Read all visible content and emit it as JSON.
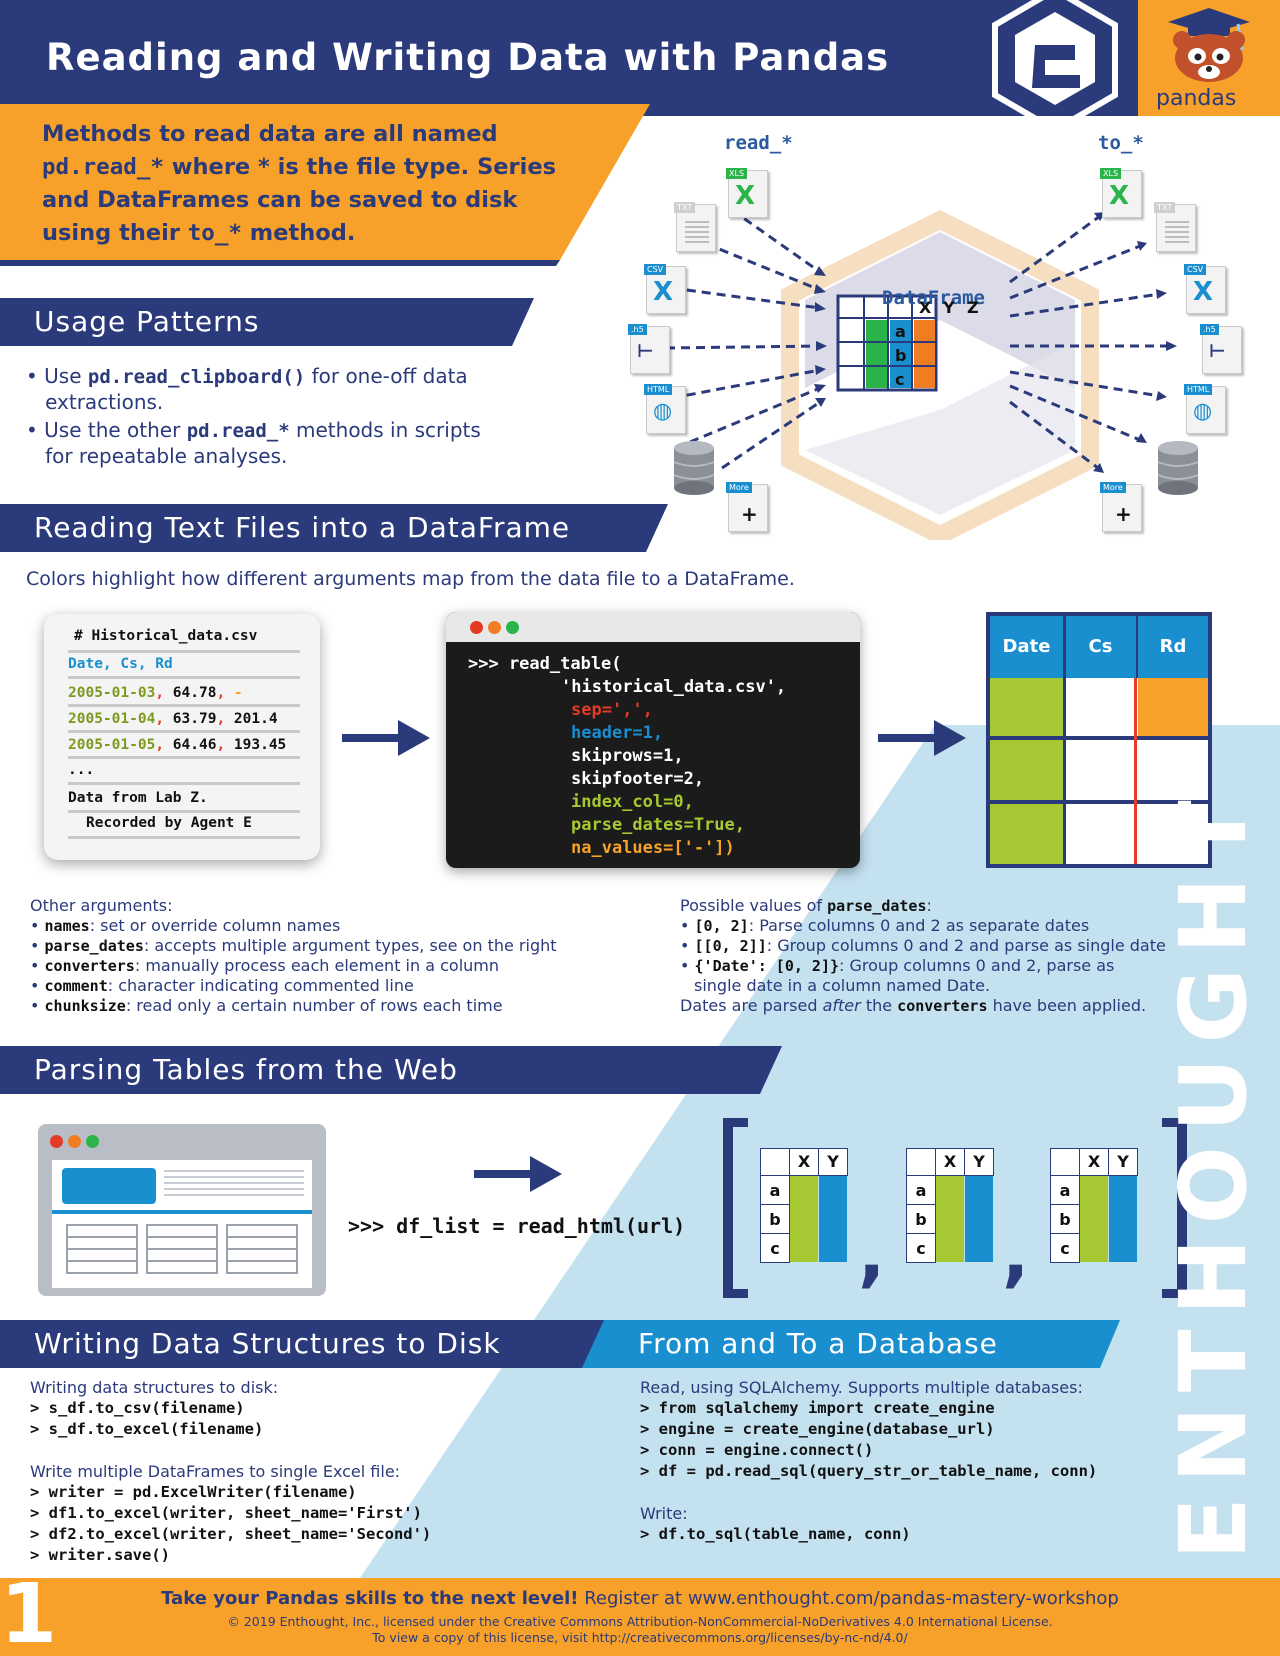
{
  "header": {
    "title": "Reading and Writing Data with Pandas",
    "pandas_logo_text": "pandas"
  },
  "intro": {
    "line1": "Methods to read data are all named",
    "line2_code": "pd.read_*",
    "line2_rest": " where * is the file type. Series",
    "line3": "and DataFrames can be saved to disk",
    "line4_pre": "using their ",
    "line4_code": "to_*",
    "line4_post": " method."
  },
  "diagram": {
    "read_label": "read_*",
    "to_label": "to_*",
    "dataframe_label": "DataFrame",
    "columns": [
      "X",
      "Y",
      "Z"
    ],
    "rows": [
      "a",
      "b",
      "c"
    ],
    "file_tags": [
      "XLS",
      "TXT",
      "CSV",
      ".h5",
      "HTML",
      "More"
    ],
    "more_symbol": "+"
  },
  "usage": {
    "heading": "Usage Patterns",
    "b1_pre": "Use ",
    "b1_code": "pd.read_clipboard()",
    "b1_post": " for one-off data",
    "b1_line2": "extractions.",
    "b2_pre": "Use the other ",
    "b2_code": "pd.read_*",
    "b2_post": " methods in scripts",
    "b2_line2": "for repeatable analyses."
  },
  "reading": {
    "heading": "Reading Text Files into a DataFrame",
    "subtitle": "Colors highlight how different arguments map from the data file to a DataFrame.",
    "csv": {
      "comment": "# Historical_data.csv",
      "header": "Date, Cs, Rd",
      "rows": [
        {
          "date": "2005-01-03",
          "cs": " 64.78",
          "rd": " -"
        },
        {
          "date": "2005-01-04",
          "cs": " 63.79",
          "rd": " 201.4"
        },
        {
          "date": "2005-01-05",
          "cs": " 64.46",
          "rd": " 193.45"
        }
      ],
      "ellipsis": "...",
      "footer1": "Data from Lab Z.",
      "footer2": "Recorded by Agent E"
    },
    "terminal": {
      "l1": ">>> read_table(",
      "l2": "'historical_data.csv',",
      "l3": "sep=',',",
      "l4": "header=1,",
      "l5": "skiprows=1,",
      "l6": "skipfooter=2,",
      "l7": "index_col=0,",
      "l8": "parse_dates=True,",
      "l9": "na_values=['-'])"
    },
    "output_headers": [
      "Date",
      "Cs",
      "Rd"
    ],
    "other_title": "Other arguments:",
    "other": [
      {
        "code": "names",
        "text": ": set or override column names"
      },
      {
        "code": "parse_dates",
        "text": ": accepts multiple argument types, see on the right"
      },
      {
        "code": "converters",
        "text": ": manually process each element in a column"
      },
      {
        "code": "comment",
        "text": ": character indicating commented line"
      },
      {
        "code": "chunksize",
        "text": ": read only a certain number of rows each time"
      }
    ],
    "parse_title_pre": "Possible values of ",
    "parse_title_code": "parse_dates",
    "parse_title_post": ":",
    "parse": [
      {
        "code": "[0, 2]",
        "text": ": Parse columns 0 and 2 as separate dates"
      },
      {
        "code": "[[0, 2]]",
        "text": ": Group columns 0 and 2 and parse as single date"
      },
      {
        "code": "{'Date': [0, 2]}",
        "text": ": Group columns 0 and 2, parse as"
      }
    ],
    "parse_cont": "single date in a column named Date.",
    "parse_note_pre": "Dates are parsed ",
    "parse_note_em": "after",
    "parse_note_mid": " the ",
    "parse_note_code": "converters",
    "parse_note_post": " have been applied."
  },
  "web": {
    "heading": "Parsing Tables from the Web",
    "code": ">>> df_list = read_html(url)",
    "columns": [
      "X",
      "Y"
    ],
    "rows": [
      "a",
      "b",
      "c"
    ]
  },
  "writing": {
    "heading": "Writing Data Structures to Disk",
    "label1": "Writing data structures to disk:",
    "code1": [
      "> s_df.to_csv(filename)",
      "> s_df.to_excel(filename)"
    ],
    "label2": "Write multiple DataFrames to single Excel file:",
    "code2": [
      "> writer = pd.ExcelWriter(filename)",
      "> df1.to_excel(writer, sheet_name='First')",
      "> df2.to_excel(writer, sheet_name='Second')",
      "> writer.save()"
    ]
  },
  "database": {
    "heading": "From and To a Database",
    "label1": "Read, using SQLAlchemy. Supports multiple databases:",
    "code1": [
      "> from sqlalchemy import create_engine",
      "> engine = create_engine(database_url)",
      "> conn = engine.connect()",
      "> df = pd.read_sql(query_str_or_table_name, conn)"
    ],
    "label2": "Write:",
    "code2": [
      "> df.to_sql(table_name, conn)"
    ]
  },
  "sidebar_brand": "ENTHOUGHT",
  "footer": {
    "page_number": "1",
    "cta_bold": "Take your Pandas skills to the next level!",
    "cta_rest": " Register at www.enthought.com/pandas-mastery-workshop",
    "license1": "© 2019 Enthought, Inc., licensed under the Creative Commons Attribution-NonCommercial-NoDerivatives 4.0 International License.",
    "license2": "To view a copy of this license, visit http://creativecommons.org/licenses/by-nc-nd/4.0/"
  },
  "colors": {
    "navy": "#2b3a7a",
    "orange": "#f7a12b",
    "light_blue": "#c4e1f0",
    "green": "#a6c832",
    "blue": "#1a8fd0",
    "red": "#e33b26"
  }
}
